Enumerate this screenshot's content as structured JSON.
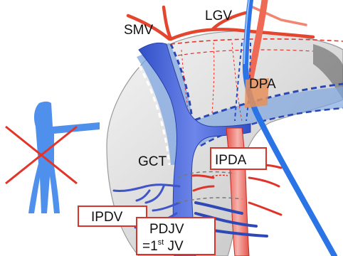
{
  "labels": {
    "smv": "SMV",
    "lgv": "LGV",
    "dpa": "DPA",
    "gct": "GCT",
    "ipda": "IPDA",
    "ipdv": "IPDV",
    "pdjv": "PDJV",
    "first_jv_prefix": "=1",
    "first_jv_sup": "st",
    "first_jv_suffix": " JV"
  },
  "colors": {
    "vein": "#3f5fd8",
    "vein_light": "#8fb3e8",
    "artery": "#e4342a",
    "artery_light": "#f2a7a0",
    "cross": "#e4342a",
    "schematic_vein": "#4f90ec",
    "label_box_border": "#d9342b"
  },
  "icons": [
    "cross-out-icon"
  ]
}
